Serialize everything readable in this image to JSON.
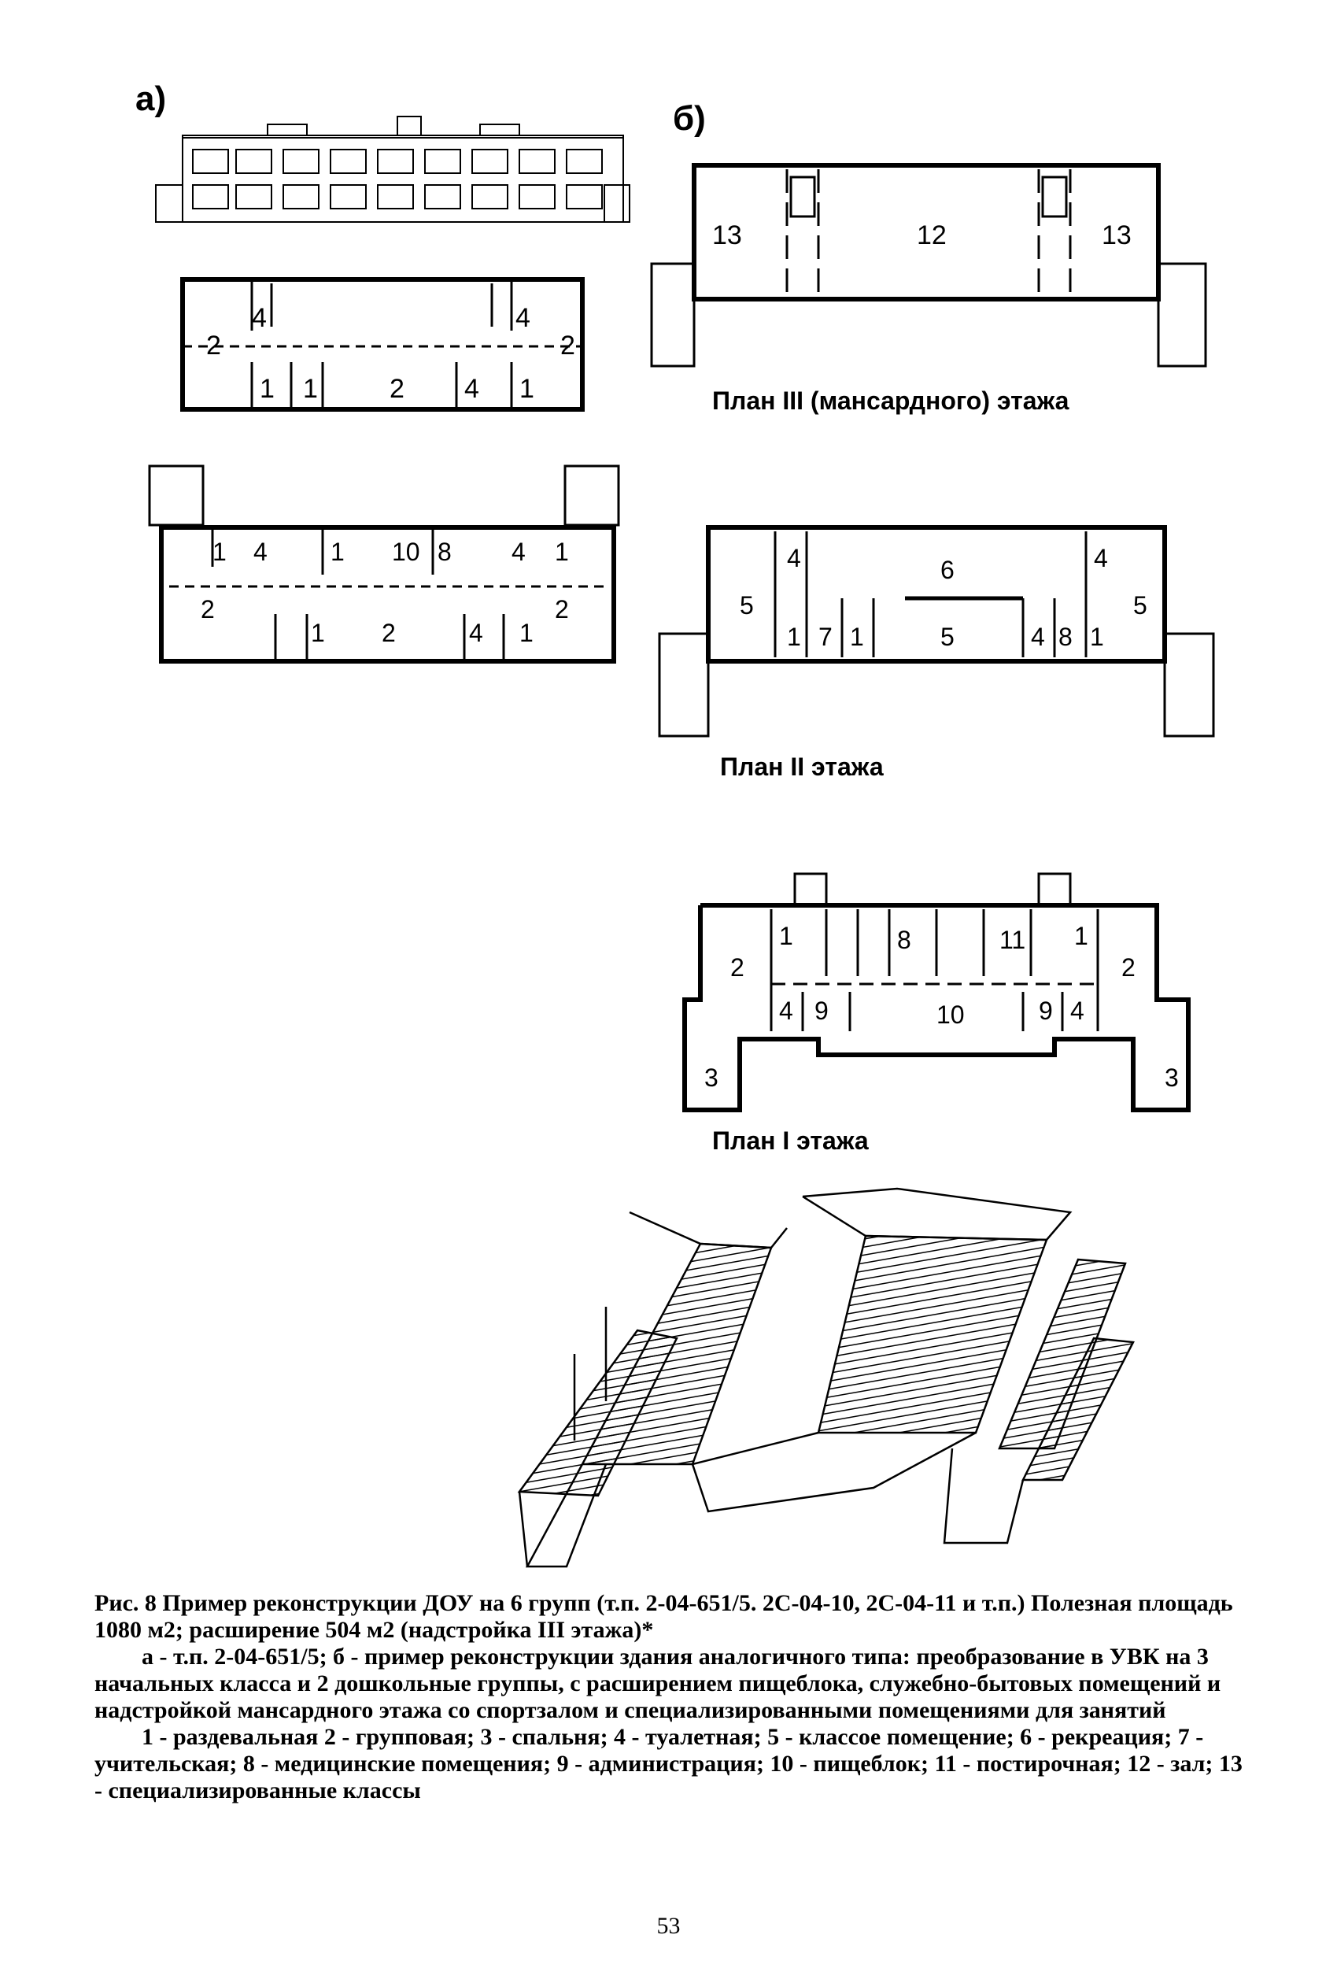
{
  "figure": {
    "label_a": "а)",
    "label_b": "б)",
    "a_ground_plan_labels": [
      "1",
      "4",
      "1",
      "10",
      "8",
      "4",
      "1",
      "2",
      "2",
      "1",
      "2",
      "4",
      "1"
    ],
    "a_upper_plan_labels": [
      "4",
      "4",
      "2",
      "2",
      "1",
      "1",
      "2",
      "4",
      "1"
    ],
    "b3": {
      "caption": "План III (мансардного) этажа",
      "labels": [
        "13",
        "12",
        "13"
      ]
    },
    "b2": {
      "caption": "План II этажа",
      "labels": [
        "4",
        "6",
        "4",
        "5",
        "1",
        "7",
        "1",
        "5",
        "4",
        "8",
        "1",
        "5"
      ]
    },
    "b1": {
      "caption": "План I этажа",
      "labels": [
        "1",
        "8",
        "11",
        "1",
        "2",
        "4",
        "9",
        "10",
        "9",
        "4",
        "2",
        "3",
        "3"
      ]
    }
  },
  "caption": {
    "line1": "Рис. 8 Пример реконструкции ДОУ на 6 групп (т.п. 2-04-651/5. 2С-04-10, 2С-04-11 и т.п.)  Полезная площадь 1080 м2; расширение 504 м2 (надстройка III этажа)*",
    "line2": "а - т.п. 2-04-651/5; б - пример реконструкции здания аналогичного типа: преобразование в УВК на 3 начальных класса и 2 дошкольные группы, с расширением пищеблока, служебно-бытовых помещений и надстройкой мансардного этажа со спортзалом и специализированными помещениями для занятий",
    "line3": "1 - раздевальная 2 - групповая; 3 - спальня; 4 - туалетная; 5 - классое помещение; 6 - рекреация; 7 - учительская; 8 - медицинские помещения; 9 - администрация; 10 - пищеблок; 11 - постирочная;  12 - зал; 13 - специализированные классы"
  },
  "page_number": "53"
}
